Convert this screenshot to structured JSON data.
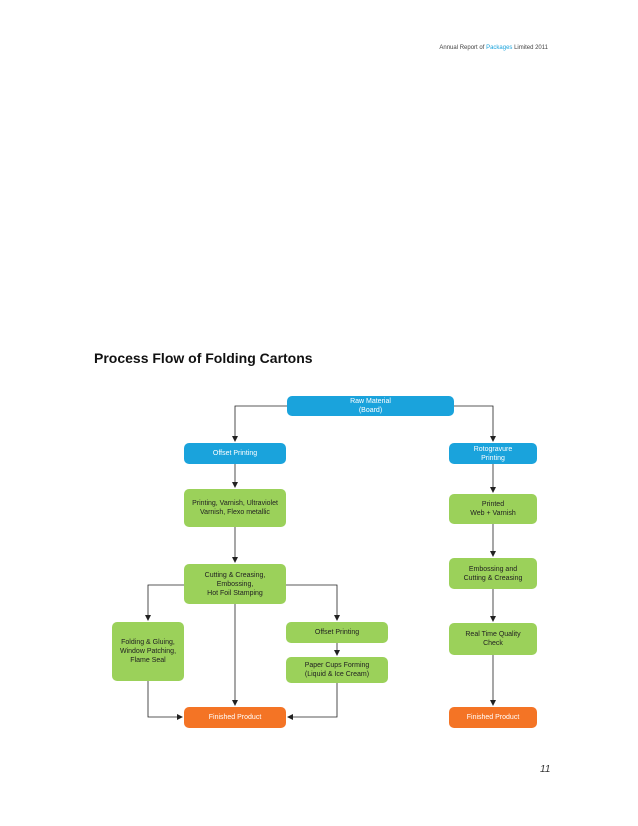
{
  "header": {
    "prefix": "Annual Report of ",
    "brand": "Packages",
    "suffix": " Limited 2011"
  },
  "title": "Process Flow of Folding Cartons",
  "page_number": "11",
  "colors": {
    "start": "#1aa3dc",
    "process": "#9bd15a",
    "end": "#f47425",
    "connector": "#222222"
  },
  "nodes": {
    "raw_material": "Raw Material\n(Board)",
    "offset_printing": "Offset Printing",
    "rotogravure_printing": "Rotogravure\nPrinting",
    "printing_varnish": "Printing, Varnish, Ultraviolet\nVarnish, Flexo metallic",
    "printed_web_varnish": "Printed\nWeb + Varnish",
    "cutting_creasing_embossing": "Cutting & Creasing,\nEmbossing,\nHot Foil Stamping",
    "embossing_cutting_creasing": "Embossing and\nCutting & Creasing",
    "folding_gluing": "Folding & Gluing,\nWindow Patching,\nFlame Seal",
    "offset_printing_2": "Offset Printing",
    "paper_cups_forming": "Paper Cups Forming\n(Liquid & Ice Cream)",
    "real_time_quality_check": "Real Time Quality\nCheck",
    "finished_product_left": "Finished Product",
    "finished_product_right": "Finished Product"
  }
}
